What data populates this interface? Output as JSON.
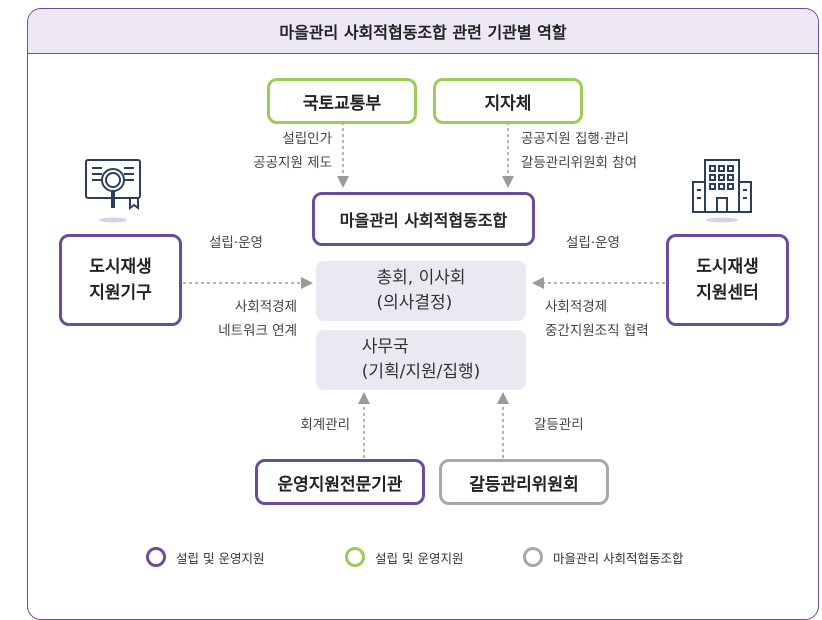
{
  "title": "마을관리 사회적협동조합 관련 기관별 역할",
  "top_left_box": "국토교통부",
  "top_right_box": "지자체",
  "top_left_label": "설립인가\n공공지원 제도",
  "top_right_label": "공공지원 집행·관리\n갈등관리위원회 참여",
  "center_title": "마을관리 사회적협동조합",
  "center_inner_1": "총회, 이사회\n(의사결정)",
  "center_inner_2": "사무국\n(기획/지원/집행)",
  "left_box": "도시재생\n지원기구",
  "right_box": "도시재생\n지원센터",
  "left_label_top": "설립·운영",
  "left_label_bottom": "사회적경제\n네트워크 연계",
  "right_label_top": "설립·운영",
  "right_label_bottom": "사회적경제\n중간지원조직 협력",
  "bottom_left_label": "회계관리",
  "bottom_right_label": "갈등관리",
  "bottom_left_box": "운영지원전문기관",
  "bottom_right_box": "갈등관리위원회",
  "legend": [
    {
      "label": "설립 및 운영지원",
      "color": "#6b4b9a"
    },
    {
      "label": "설립 및 운영지원",
      "color": "#9ccb5a"
    },
    {
      "label": "마을관리 사회적협동조합",
      "color": "#a8a8a8"
    }
  ],
  "icons": [
    "magnifier-document-icon",
    "building-icon"
  ]
}
